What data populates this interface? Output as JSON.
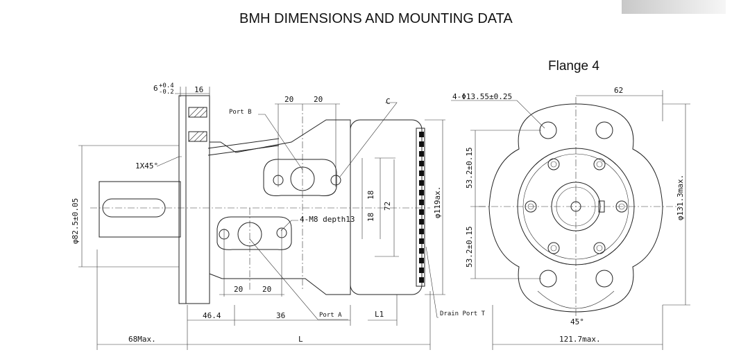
{
  "header": {
    "title": "BMH  DIMENSIONS AND MOUNTING DATA",
    "flange_label": "Flange   4"
  },
  "side_view": {
    "flange_tol": "6",
    "flange_tol_sup": "+0.4",
    "flange_tol_sub": "-0.2",
    "flange_width": "16",
    "chamfer": "1X45°",
    "pilot_dia": "φ82.5±0.05",
    "port_b": "Port B",
    "port_a": "Port A",
    "c_label": "C",
    "top_spacing_1": "20",
    "top_spacing_2": "20",
    "bottom_spacing_1": "20",
    "bottom_spacing_2": "20",
    "thread": "4-M8 depth13",
    "dim_18_top": "18",
    "dim_18_bot": "18",
    "dim_72": "72",
    "body_dia": "φ119ax.",
    "dim_46_4": "46.4",
    "dim_36": "36",
    "dim_l1": "L1",
    "drain_port": "Drain Port T",
    "shaft_max": "68Max.",
    "length_l": "L"
  },
  "front_view": {
    "holes": "4-Φ13.55±0.25",
    "bolt_spacing": "62",
    "upper_half": "53.2±0.15",
    "lower_half": "53.2±0.15",
    "dia_max": "φ131.3max.",
    "angle": "45°",
    "width_max": "121.7max."
  },
  "colors": {
    "ink": "#111111",
    "background": "#ffffff"
  }
}
